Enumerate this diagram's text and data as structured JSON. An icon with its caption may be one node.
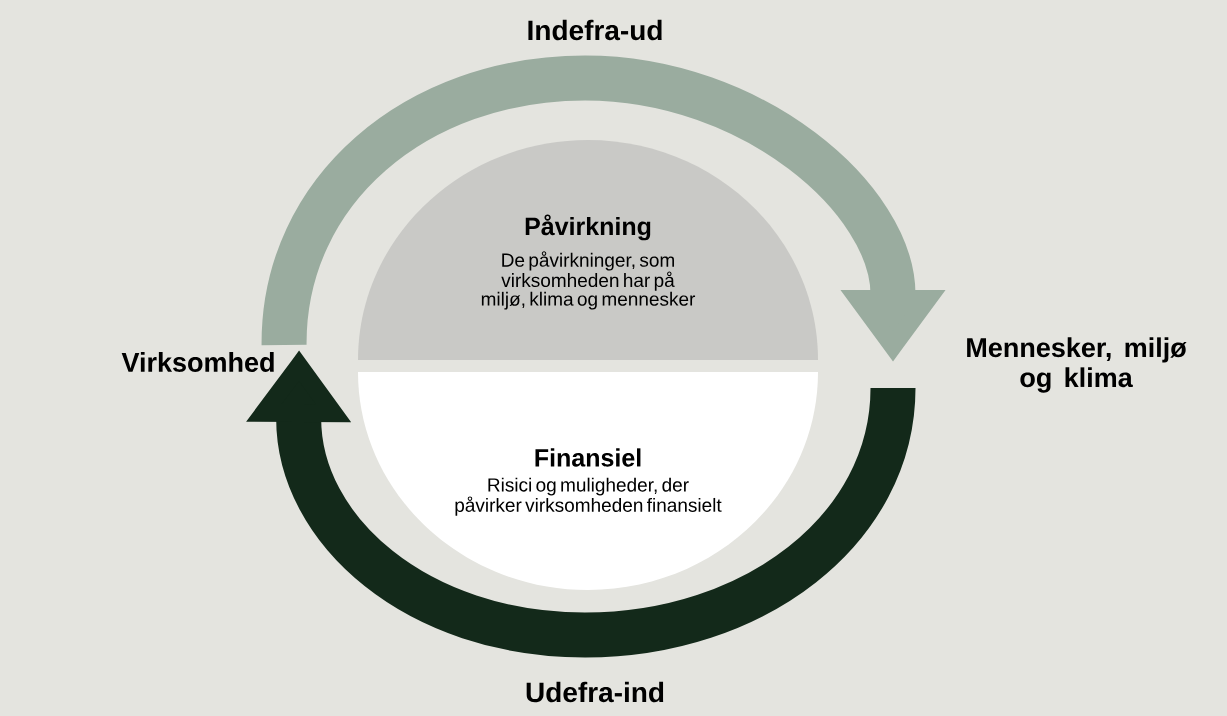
{
  "diagram": {
    "nodes": [
      {
        "text": [
          "Virksomhed"
        ]
      },
      {
        "text": [
          "Mennesker, miljø og klima"
        ]
      },
      {
        "text": [
          "Påvirkning",
          "De påvirkninger, som virksomheden har på miljø, klima og mennesker"
        ]
      },
      {
        "text": [
          "Finansiel",
          "Risici og muligheder, der påvirker virksomheden finansielt"
        ]
      }
    ],
    "edges": [
      {
        "from": 0,
        "to": 1,
        "arrow": "to",
        "label": "Indefra-ud",
        "color": "#9aac9f"
      },
      {
        "from": 1,
        "to": 0,
        "arrow": "to",
        "label": "Udefra-ind",
        "color": "#13291a"
      }
    ]
  }
}
